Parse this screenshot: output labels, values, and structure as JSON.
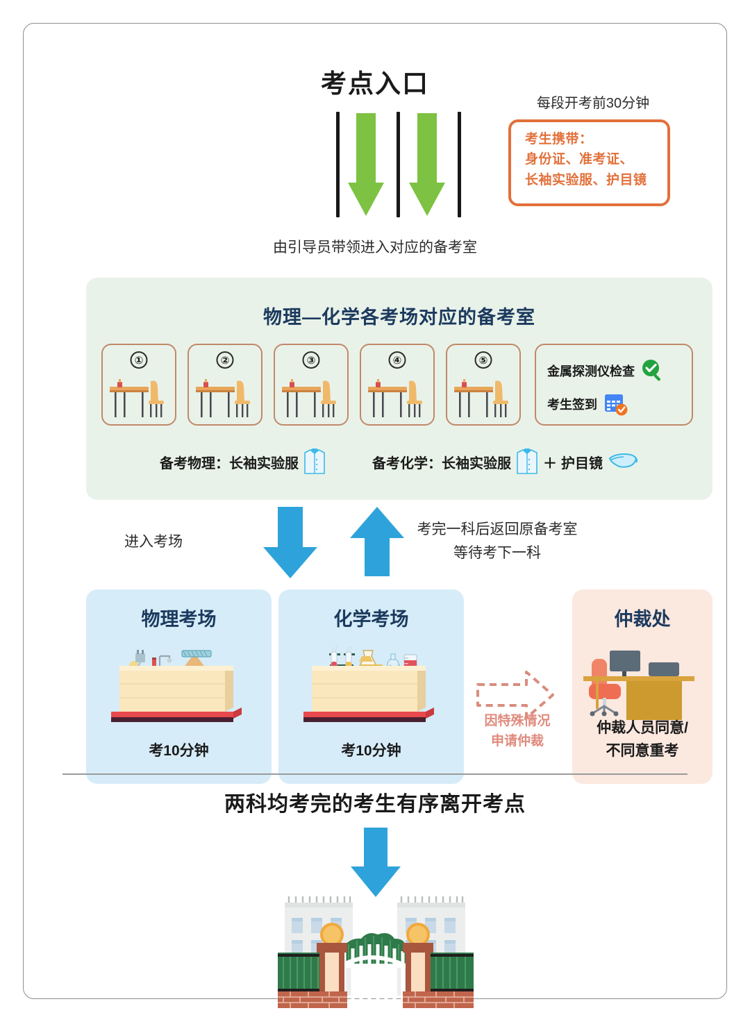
{
  "entrance": {
    "title": "考点入口",
    "time_note": "每段开考前30分钟",
    "carry_lines": [
      "考生携带：",
      "身份证、准考证、",
      "长袖实验服、护目镜"
    ],
    "guide_note": "由引导员带领进入对应的备考室",
    "arrow_icon": "green-down-arrow-icon",
    "gate_bar_icon": "gate-bar-icon"
  },
  "prep": {
    "title": "物理—化学各考场对应的备考室",
    "rooms": [
      {
        "number": "①",
        "icon": "desk-and-chair-icon"
      },
      {
        "number": "②",
        "icon": "desk-and-chair-icon"
      },
      {
        "number": "③",
        "icon": "desk-and-chair-icon"
      },
      {
        "number": "④",
        "icon": "desk-and-chair-icon"
      },
      {
        "number": "⑤",
        "icon": "desk-and-chair-icon"
      }
    ],
    "checks": [
      {
        "label": "金属探测仪检查",
        "icon": "green-magnifier-check-icon"
      },
      {
        "label": "考生签到",
        "icon": "blue-calendar-check-icon"
      }
    ],
    "wear": [
      {
        "label": "备考物理：长袖实验服",
        "icons": [
          "lab-coat-icon"
        ]
      },
      {
        "label": "备考化学：长袖实验服",
        "plus": "＋",
        "label2": "护目镜",
        "icons": [
          "lab-coat-icon",
          "goggles-icon"
        ]
      }
    ]
  },
  "middle": {
    "enter_label": "进入考场",
    "return_note_line1": "考完一科后返回原备考室",
    "return_note_line2": "等待考下一科",
    "down_arrow_icon": "blue-down-arrow-icon",
    "up_arrow_icon": "blue-up-arrow-icon"
  },
  "exam_cards": {
    "physics": {
      "title": "物理考场",
      "footer": "考10分钟",
      "icon": "physics-bench-icon"
    },
    "chemistry": {
      "title": "化学考场",
      "footer": "考10分钟",
      "icon": "chemistry-bench-icon"
    },
    "arbitration": {
      "title": "仲裁处",
      "footer_line1": "仲裁人员同意/",
      "footer_line2": "不同意重考",
      "icon": "arbitration-desk-icon"
    },
    "arbitration_link": {
      "line1": "因特殊情况",
      "line2": "申请仲裁",
      "icon": "dashed-right-arrow-icon"
    }
  },
  "bottom": {
    "leave_title": "两科均考完的考生有序离开考点",
    "arrow_icon": "blue-down-arrow-icon",
    "school_icon": "school-gate-icon"
  },
  "colors": {
    "green_arrow": "#7dc242",
    "orange_accent": "#e2703a",
    "prep_bg": "#e9f2e9",
    "prep_border": "#c08968",
    "card_blue": "#d6ecf8",
    "card_pink": "#fbe8df",
    "title_navy": "#1c3a5e",
    "blue_arrow": "#2ea3db",
    "salmon": "#e08b7e"
  }
}
